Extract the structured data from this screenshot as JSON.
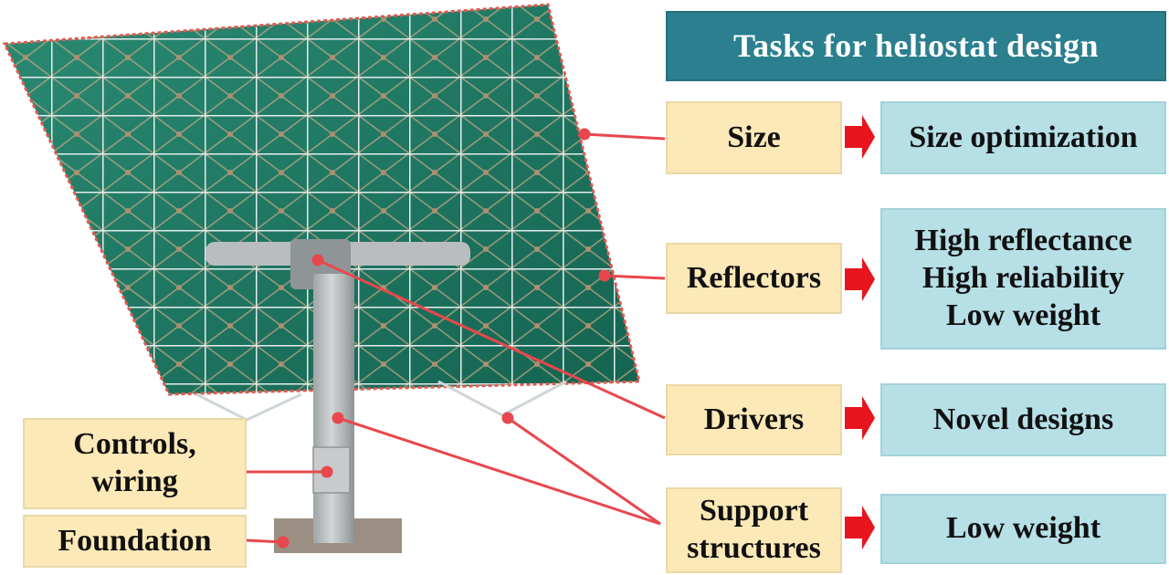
{
  "header": {
    "title": "Tasks for heliostat design"
  },
  "components": [
    {
      "id": "size",
      "label": "Size",
      "task_lines": [
        "Size optimization"
      ]
    },
    {
      "id": "reflectors",
      "label": "Reflectors",
      "task_lines": [
        "High reflectance",
        "High reliability",
        "Low weight"
      ]
    },
    {
      "id": "drivers",
      "label": "Drivers",
      "task_lines": [
        "Novel designs"
      ]
    },
    {
      "id": "support",
      "label_lines": [
        "Support",
        "structures"
      ],
      "task_lines": [
        "Low weight"
      ]
    }
  ],
  "photo_labels": {
    "controls_lines": [
      "Controls,",
      "wiring"
    ],
    "foundation": "Foundation"
  },
  "colors": {
    "header_bg": "#2b7f8f",
    "component_bg": "#fde9b8",
    "task_bg": "#b6dfe6",
    "arrow": "#e8141e",
    "leader_line": "#e8474d",
    "mirror": "#1f7a64",
    "frame": "#d9dde0"
  }
}
